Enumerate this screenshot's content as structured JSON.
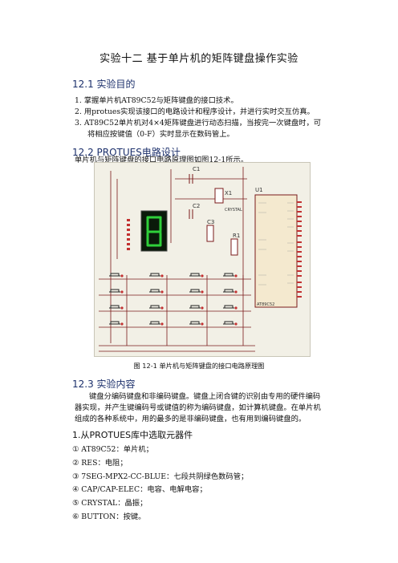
{
  "title": "实验十二   基于单片机的矩阵键盘操作实验",
  "sections": [
    {
      "heading": "12.1 实验目的",
      "items": [
        "1.  掌握单片机AT89C52与矩阵键盘的接口技术。",
        "2.  用protues实现该接口的电路设计和程序设计，并进行实时交互仿真。",
        "3.  AT89C52单片机对4×4矩阵键盘进行动态扫描，当按完一次键盘时，可",
        "    将相应按键值（0-F）实时显示在数码管上。"
      ]
    },
    {
      "heading": "12.2 PROTUES电路设计",
      "paragraph": "单片机与矩阵键盘的接口电路原理图如图12-1所示。"
    },
    {
      "heading": "12.3 实验内容",
      "paragraph_lines": [
        "键盘分编码键盘和非编码键盘。键盘上闭合键的识别由专用的硬件编码",
        "器实现，并产生键编码号或键值的称为编码键盘，如计算机键盘。在单片机",
        "组成的各种系统中，用的最多的是非编码键盘，也有用到编码键盘的。"
      ],
      "subheading": "1.从PROTUES库中选取元器件",
      "components": [
        "①  AT89C52：单片机；",
        "②  RES：电阻；",
        "③  7SEG-MPX2-CC-BLUE：七段共阴绿色数码管；",
        "④  CAP/CAP-ELEC：电容、电解电容；",
        "⑤  CRYSTAL：晶振；",
        "⑥  BUTTON：按键。"
      ]
    }
  ],
  "figure": {
    "caption": "图 12-1 单片机与矩阵键盘的接口电路原理图",
    "labels": {
      "c1": "C1",
      "c2": "C2",
      "c3": "C3",
      "x1": "X1",
      "r1": "R1",
      "u1": "U1",
      "crystal": "CRYSTAL",
      "chip": "AT89C52"
    }
  }
}
